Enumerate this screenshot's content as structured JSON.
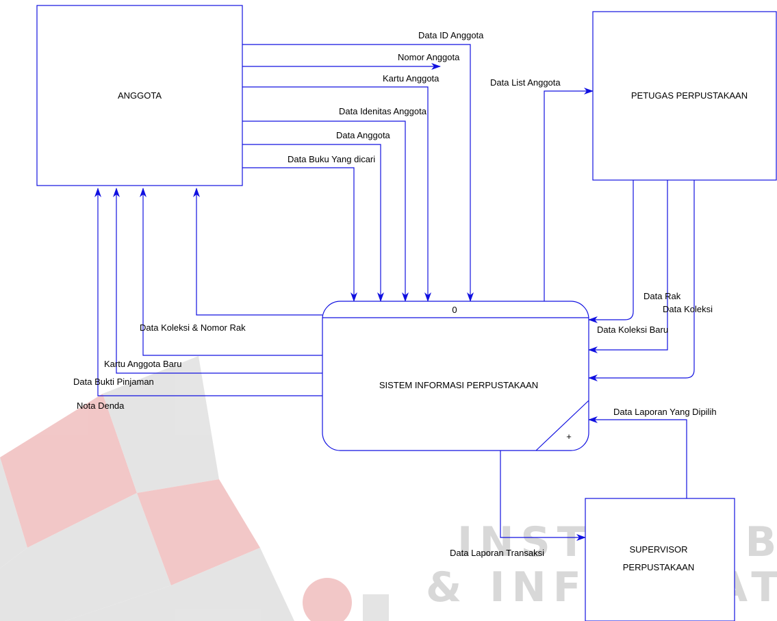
{
  "entities": {
    "anggota": "ANGGOTA",
    "petugas": "PETUGAS PERPUSTAKAAN",
    "supervisor_line1": "SUPERVISOR",
    "supervisor_line2": "PERPUSTAKAAN"
  },
  "process": {
    "number": "0",
    "name": "SISTEM INFORMASI PERPUSTAKAAN",
    "expand_symbol": "+"
  },
  "flows": {
    "data_id_anggota": "Data ID Anggota",
    "nomor_anggota": "Nomor Anggota",
    "kartu_anggota": "Kartu Anggota",
    "data_idenitas_anggota": "Data Idenitas Anggota",
    "data_anggota": "Data Anggota",
    "data_buku_yang_dicari": "Data Buku Yang dicari",
    "data_list_anggota": "Data List Anggota",
    "data_rak": "Data Rak",
    "data_koleksi": "Data Koleksi",
    "data_koleksi_baru": "Data Koleksi Baru",
    "data_koleksi_nomor_rak": "Data Koleksi & Nomor Rak",
    "kartu_anggota_baru": "Kartu Anggota Baru",
    "data_bukti_pinjaman": "Data Bukti Pinjaman",
    "nota_denda": "Nota Denda",
    "data_laporan_yang_dipilih": "Data Laporan Yang Dipilih",
    "data_laporan_transaksi": "Data Laporan Transaksi"
  },
  "watermark": {
    "line1": "INSTITUT BISNIS",
    "line2": "& INFORMATIKA",
    "colors": {
      "red": "#e89a9a",
      "gray": "#cfcfcf"
    }
  },
  "colors": {
    "line": "#1010e0",
    "text": "#000000"
  }
}
